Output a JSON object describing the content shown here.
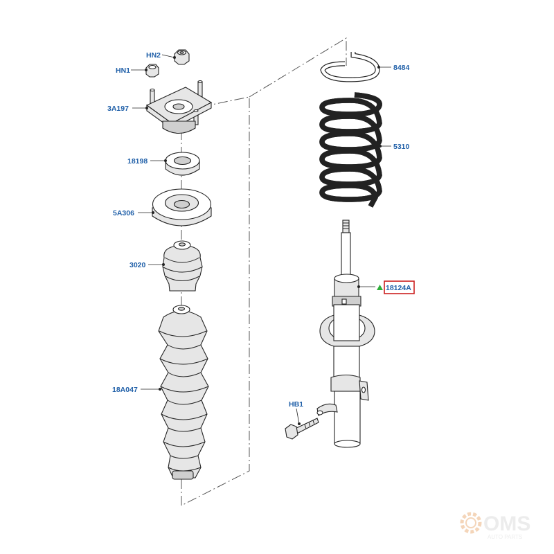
{
  "labels": {
    "hn2": "HN2",
    "hn1": "HN1",
    "mount": "3A197",
    "bearing": "18198",
    "seat": "5A306",
    "bumper": "3020",
    "boot": "18A047",
    "spring_seat_upper": "8484",
    "spring": "5310",
    "strut": "18124A",
    "bolt": "HB1"
  },
  "watermark": {
    "brand": "OMS",
    "sub": "AUTO PARTS"
  },
  "colors": {
    "label": "#1f5fa8",
    "highlight_box": "#cc1f1f",
    "indicator": "#2fae3a"
  }
}
